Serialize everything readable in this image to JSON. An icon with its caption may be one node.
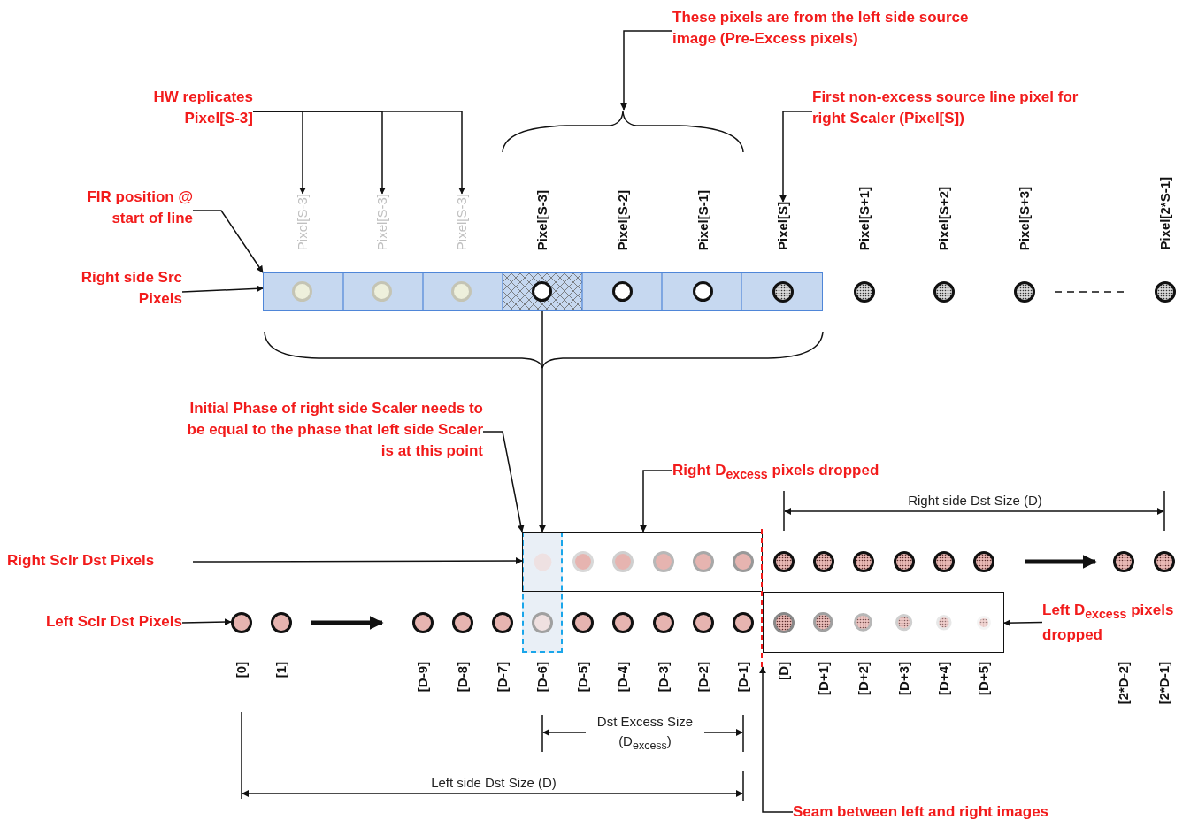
{
  "diagram": {
    "nodes": [
      {
        "text": [
          "These pixels are from the left side source image (Pre-Excess pixels)"
        ]
      },
      {
        "text": [
          "HW replicates Pixel[S-3]"
        ]
      },
      {
        "text": [
          "First non-excess source line pixel for right Scaler (Pixel[S])"
        ]
      },
      {
        "text": [
          "FIR position @ start of line"
        ]
      },
      {
        "text": [
          "Right side Src Pixels"
        ]
      },
      {
        "text": [],
        "shape": "box"
      },
      {
        "text": [
          "Pixel[S-3]"
        ]
      },
      {
        "text": [
          "Pixel[S-3]"
        ]
      },
      {
        "text": [
          "Pixel[S-3]"
        ]
      },
      {
        "text": [
          "Pixel[S-3]"
        ]
      },
      {
        "text": [
          "Pixel[S-2]"
        ]
      },
      {
        "text": [
          "Pixel[S-1]"
        ]
      },
      {
        "text": [
          "Pixel[S]"
        ]
      },
      {
        "text": [
          "Pixel[S+1]"
        ]
      },
      {
        "text": [
          "Pixel[S+2]"
        ]
      },
      {
        "text": [
          "Pixel[S+3]"
        ]
      },
      {
        "text": [
          "Pixel[2*S-1]"
        ]
      },
      {
        "text": [
          "Initial Phase of right side Scaler needs to be equal to the phase that left side Scaler is at this point"
        ]
      },
      {
        "text": [],
        "shape": "box"
      },
      {
        "text": [
          "Right D$_{excess}$ pixels dropped"
        ]
      },
      {
        "text": [],
        "shape": "box"
      },
      {
        "text": [
          "Right Sclr Dst Pixels"
        ]
      },
      {
        "text": [
          "Left Sclr Dst Pixels"
        ]
      },
      {
        "text": [],
        "shape": "box"
      },
      {
        "text": [
          "Left D$_{excess}$ pixels dropped"
        ]
      },
      {
        "text": [
          "Seam between left and right images"
        ]
      },
      {
        "text": [],
        "shape": "line"
      },
      {
        "text": [],
        "shape": "brace"
      },
      {
        "text": [],
        "shape": "circle",
        "in": 5
      },
      {
        "text": [],
        "shape": "circle",
        "in": 5
      },
      {
        "text": [],
        "shape": "circle",
        "in": 5
      },
      {
        "text": [],
        "shape": "circle",
        "in": 5
      },
      {
        "text": [],
        "shape": "circle",
        "in": 5
      },
      {
        "text": [],
        "shape": "circle",
        "in": 5
      },
      {
        "text": [],
        "shape": "circle",
        "in": 5
      },
      {
        "text": [],
        "shape": "circle"
      },
      {
        "text": [],
        "shape": "circle"
      },
      {
        "text": [],
        "shape": "circle"
      },
      {
        "text": [],
        "shape": "circle"
      },
      {
        "text": [],
        "shape": "circle"
      },
      {
        "text": [],
        "shape": "circle",
        "in": 20
      },
      {
        "text": [],
        "shape": "circle",
        "in": 20
      },
      {
        "text": [],
        "shape": "circle",
        "in": 20
      },
      {
        "text": [],
        "shape": "circle",
        "in": 20
      },
      {
        "text": [],
        "shape": "circle",
        "in": 20
      },
      {
        "text": [],
        "shape": "circle"
      },
      {
        "text": [],
        "shape": "circle"
      },
      {
        "text": [],
        "shape": "circle"
      },
      {
        "text": [],
        "shape": "circle"
      },
      {
        "text": [],
        "shape": "circle"
      },
      {
        "text": [],
        "shape": "circle"
      },
      {
        "text": [],
        "shape": "circle"
      },
      {
        "text": [],
        "shape": "circle"
      },
      {
        "text": [],
        "shape": "circle"
      },
      {
        "text": [],
        "shape": "circle"
      },
      {
        "text": [],
        "shape": "circle"
      },
      {
        "text": [],
        "shape": "circle"
      },
      {
        "text": [],
        "shape": "circle"
      },
      {
        "text": [],
        "shape": "circle",
        "in": 18
      },
      {
        "text": [],
        "shape": "circle"
      },
      {
        "text": [],
        "shape": "circle"
      },
      {
        "text": [],
        "shape": "circle"
      },
      {
        "text": [],
        "shape": "circle"
      },
      {
        "text": [],
        "shape": "circle"
      },
      {
        "text": [],
        "shape": "circle",
        "in": 23
      },
      {
        "text": [],
        "shape": "circle",
        "in": 23
      },
      {
        "text": [],
        "shape": "circle",
        "in": 23
      },
      {
        "text": [],
        "shape": "circle",
        "in": 23
      },
      {
        "text": [],
        "shape": "circle",
        "in": 23
      },
      {
        "text": [],
        "shape": "circle",
        "in": 23
      }
    ],
    "edges": [
      {
        "from": 0,
        "to": 27,
        "arrow": "to"
      },
      {
        "from": 1,
        "to": 6,
        "arrow": "to"
      },
      {
        "from": 1,
        "to": 7,
        "arrow": "to"
      },
      {
        "from": 1,
        "to": 8,
        "arrow": "to"
      },
      {
        "from": 2,
        "to": 12,
        "arrow": "to"
      },
      {
        "from": 3,
        "to": 5,
        "arrow": "to"
      },
      {
        "from": 4,
        "to": 5,
        "arrow": "to"
      },
      {
        "from": 5,
        "to": 18,
        "arrow": "to"
      },
      {
        "from": 17,
        "to": 18,
        "arrow": "to"
      },
      {
        "from": 19,
        "to": 20,
        "arrow": "to"
      },
      {
        "from": 21,
        "to": 20,
        "arrow": "to"
      },
      {
        "from": 22,
        "to": 53,
        "arrow": "to"
      },
      {
        "from": 24,
        "to": 23,
        "arrow": "to"
      },
      {
        "from": 25,
        "to": 26,
        "arrow": "to"
      },
      {
        "from": 37,
        "to": 38,
        "arrow": "none",
        "style": "dashed"
      },
      {
        "from": 50,
        "to": 51,
        "arrow": "to",
        "style": "thick"
      },
      {
        "from": 54,
        "to": 55,
        "arrow": "to",
        "style": "thick"
      }
    ],
    "labels": [
      "Right side Dst Size (D)",
      "[0]",
      "[1]",
      "[D-9]",
      "[D-8]",
      "[D-7]",
      "[D-6]",
      "[D-5]",
      "[D-4]",
      "[D-3]",
      "[D-2]",
      "[D-1]",
      "[D]",
      "[D+1]",
      "[D+2]",
      "[D+3]",
      "[D+4]",
      "[D+5]",
      "[2*D-2]",
      "[2*D-1]",
      "Dst Excess Size (D$_{excess}$)",
      "Left side Dst Size (D)"
    ]
  }
}
